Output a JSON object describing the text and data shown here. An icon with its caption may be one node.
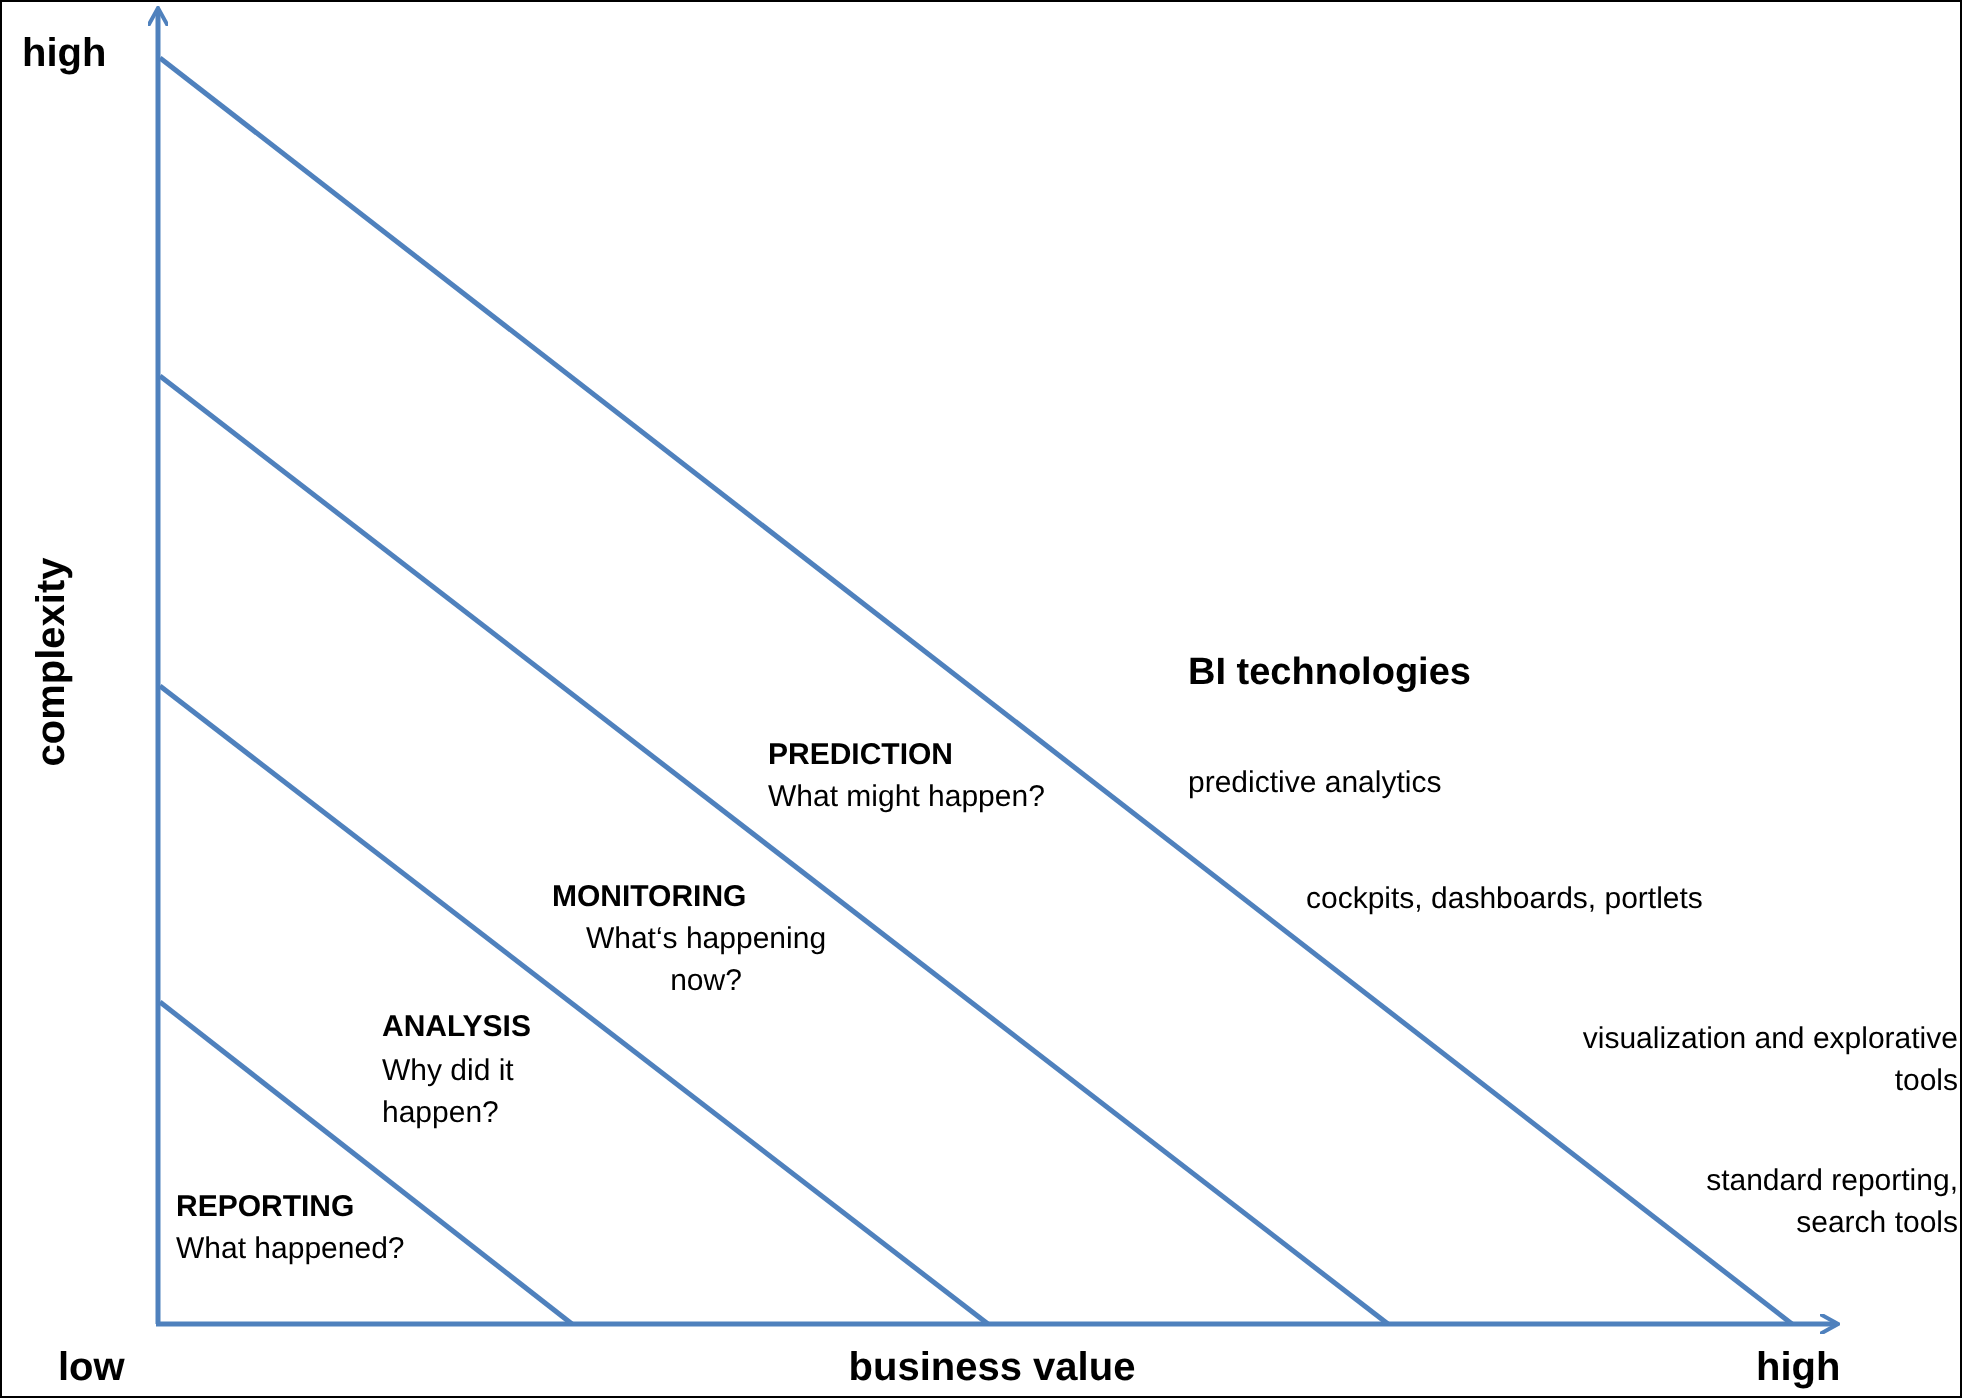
{
  "diagram": {
    "labels": [
      "high",
      "complexity",
      "BI technologies",
      "PREDICTION",
      "What might happen?",
      "predictive analytics",
      "MONITORING",
      "What‘s happening now?",
      "cockpits, dashboards, portlets",
      "ANALYSIS",
      "Why did it happen?",
      "visualization and explorative tools",
      "REPORTING",
      "What happened?",
      "standard reporting, search tools",
      "low",
      "business value",
      "high"
    ]
  }
}
